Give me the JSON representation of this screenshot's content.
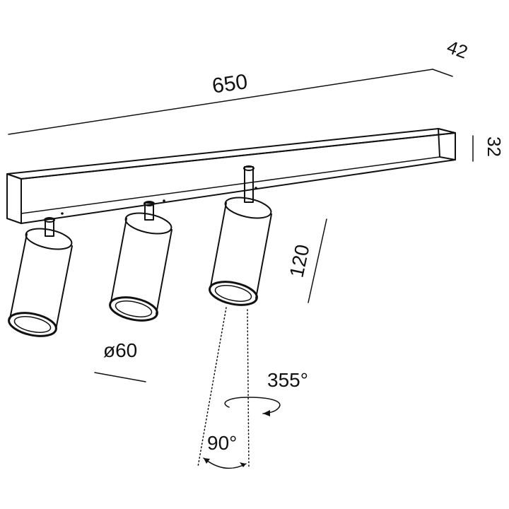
{
  "dimensions": {
    "length": "650",
    "depth": "42",
    "height": "32",
    "spot_height": "120",
    "spot_diameter": "ø60",
    "rotation": "355°",
    "tilt": "90°"
  }
}
